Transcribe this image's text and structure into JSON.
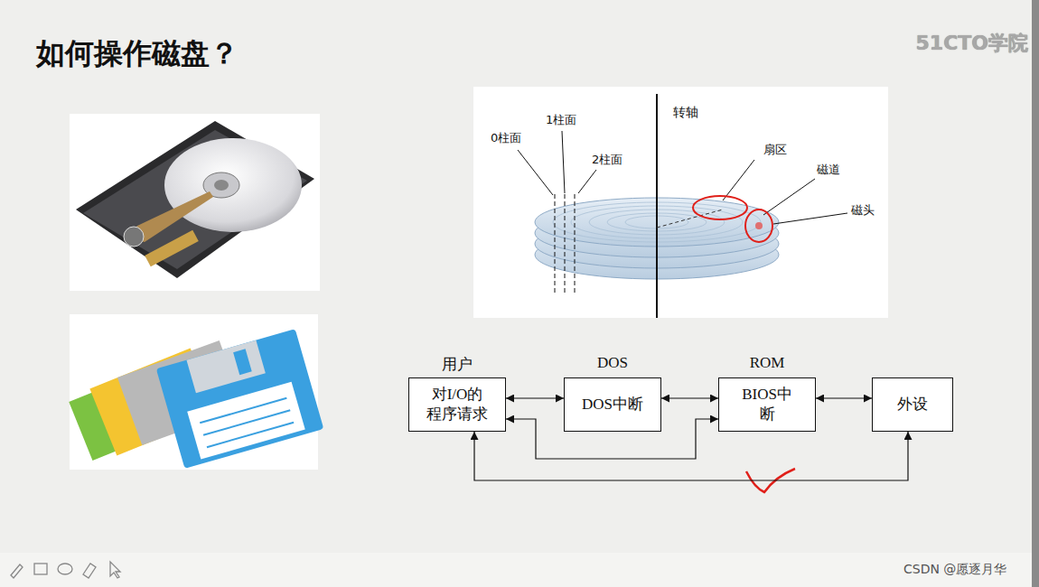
{
  "diagram": {
    "title": "如何操作磁盘？",
    "nodes": [
      {
        "text": [
          "用户",
          "对I/O的 程序请求"
        ]
      },
      {
        "text": [
          "DOS",
          "DOS中断"
        ]
      },
      {
        "text": [
          "ROM",
          "BIOS中断"
        ]
      },
      {
        "text": [
          "外设"
        ]
      }
    ],
    "edges": [
      {
        "from": 0,
        "to": 1,
        "arrow": "both"
      },
      {
        "from": 1,
        "to": 2,
        "arrow": "both"
      },
      {
        "from": 2,
        "to": 3,
        "arrow": "both"
      },
      {
        "from": 0,
        "to": 2,
        "arrow": "both"
      },
      {
        "from": 0,
        "to": 3,
        "arrow": "both"
      }
    ],
    "labels": [
      "0柱面",
      "1柱面",
      "2柱面",
      "转轴",
      "扇区",
      "磁道",
      "磁头",
      "51CTO学院",
      "CSDN @愿逐月华"
    ]
  }
}
